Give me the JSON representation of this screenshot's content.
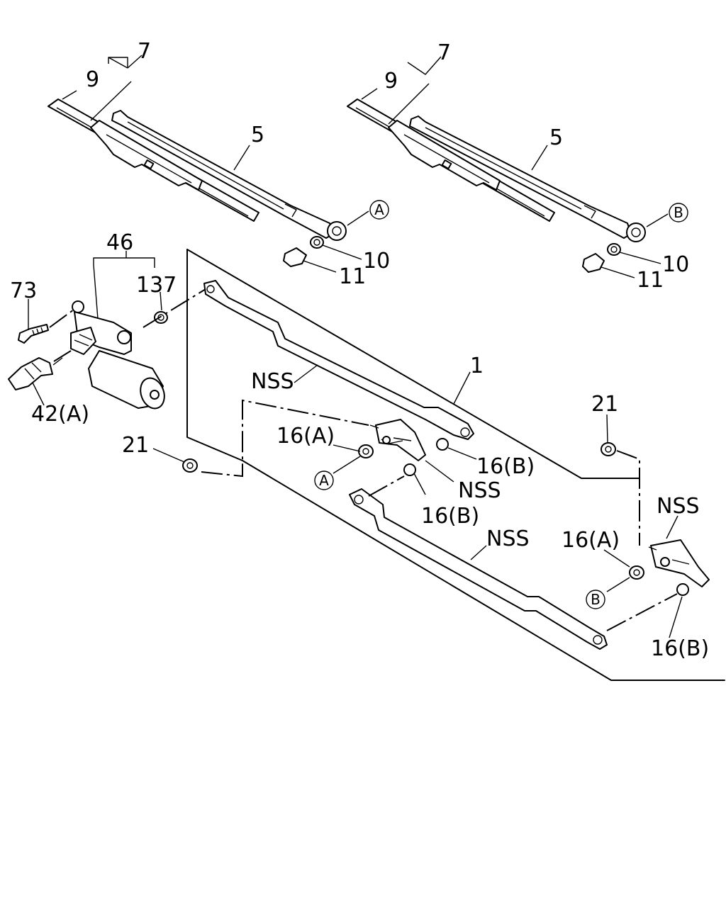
{
  "diagram": {
    "labels": {
      "p7_left": "7",
      "p9_left": "9",
      "p5_left": "5",
      "ref_a_top": "A",
      "p10_left": "10",
      "p11_left": "11",
      "p7_right": "7",
      "p9_right": "9",
      "p5_right": "5",
      "ref_b_top": "B",
      "p10_right": "10",
      "p11_right": "11",
      "p46": "46",
      "p137": "137",
      "p73": "73",
      "p42a": "42(A)",
      "p1": "1",
      "nss_upper_link": "NSS",
      "p21_left": "21",
      "p16a_left": "16(A)",
      "ref_a_mid": "A",
      "p16b_mid_right": "16(B)",
      "nss_left_pivot": "NSS",
      "p16b_mid_below": "16(B)",
      "nss_lower_link": "NSS",
      "p21_right": "21",
      "nss_right_pivot": "NSS",
      "p16a_right": "16(A)",
      "ref_b_mid": "B",
      "p16b_right": "16(B)"
    }
  }
}
